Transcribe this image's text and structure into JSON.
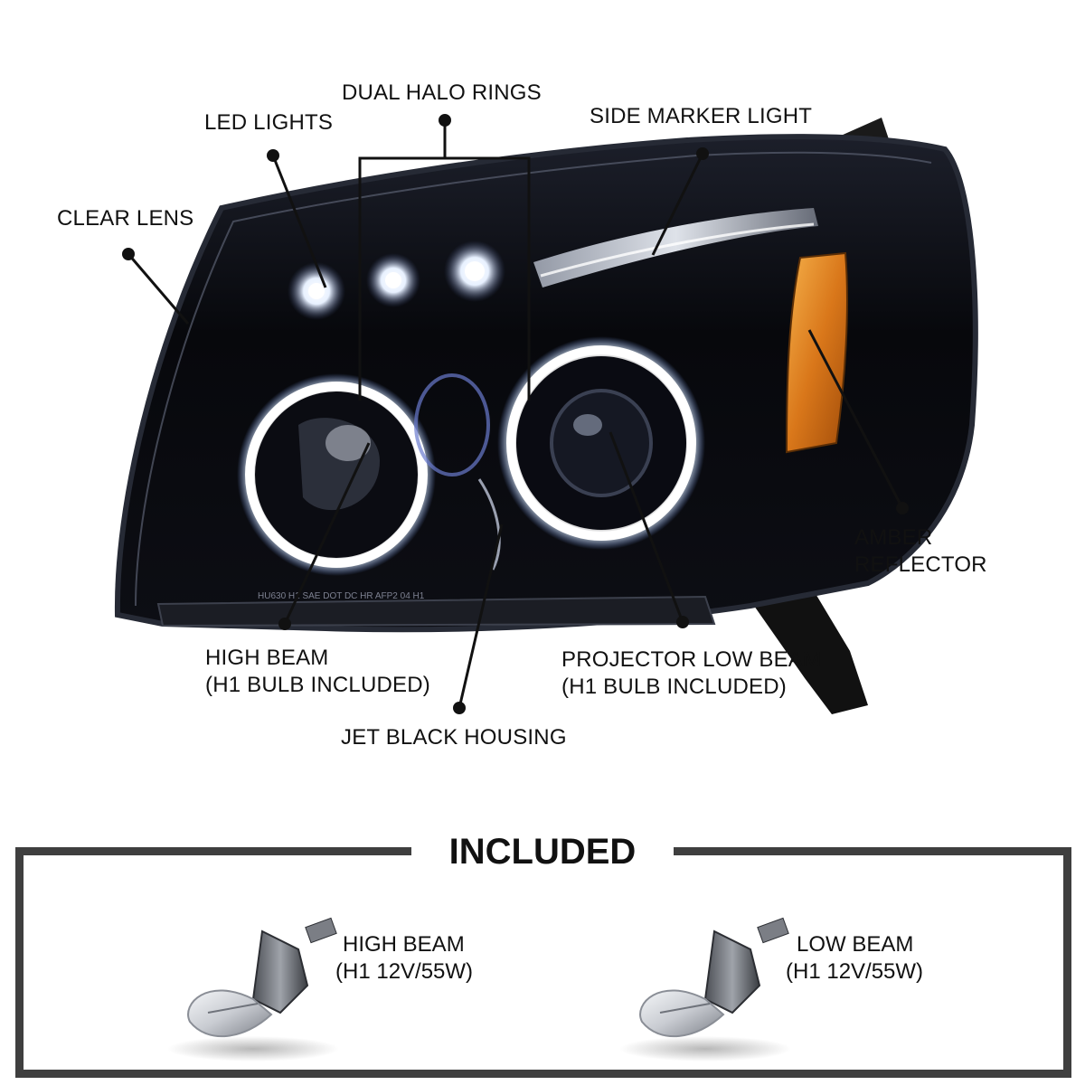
{
  "callouts": {
    "dual_halo_rings": "DUAL HALO RINGS",
    "led_lights": "LED LIGHTS",
    "side_marker_light": "SIDE MARKER LIGHT",
    "clear_lens": "CLEAR LENS",
    "amber_reflector": [
      "AMBER",
      "REFLECTOR"
    ],
    "high_beam": [
      "HIGH BEAM",
      "(H1 BULB INCLUDED)"
    ],
    "projector_low_beam": [
      "PROJECTOR LOW BEAM",
      "(H1 BULB INCLUDED)"
    ],
    "jet_black_housing": "JET BLACK HOUSING"
  },
  "lens_print": {
    "text": "HU630   H1 SAE DOT DC HR AFP2 04 H1"
  },
  "included": {
    "title": "INCLUDED",
    "bulbs": [
      {
        "name": "HIGH BEAM",
        "spec": "(H1 12V/55W)"
      },
      {
        "name": "LOW BEAM",
        "spec": "(H1 12V/55W)"
      }
    ]
  },
  "colors": {
    "housing": "#0a0b10",
    "halo": "#ffffff",
    "amber": "#e08a1a",
    "frame": "#3f3f3f"
  }
}
